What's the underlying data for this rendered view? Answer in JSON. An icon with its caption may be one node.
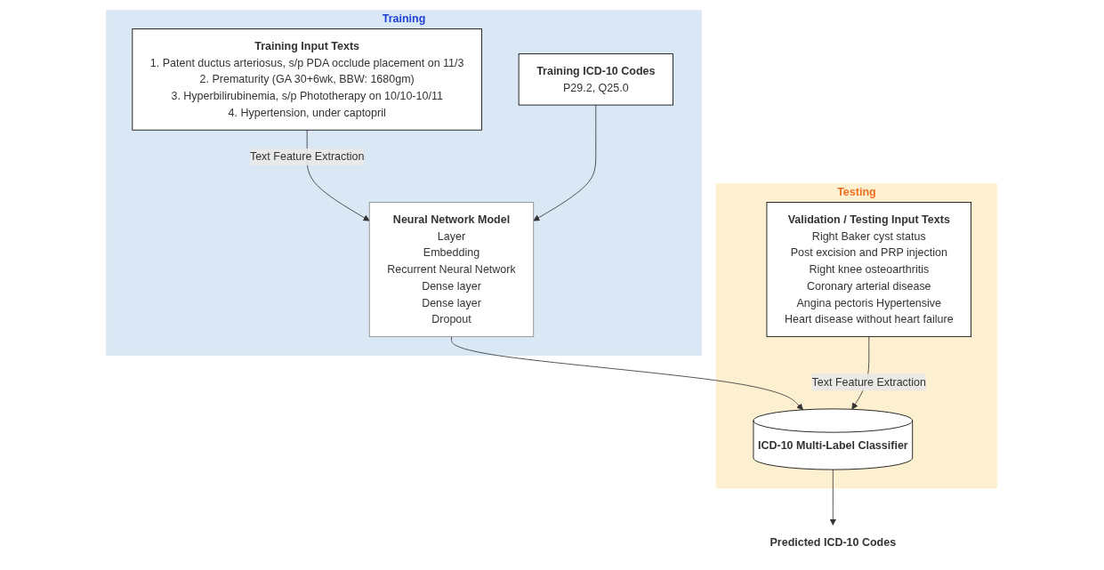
{
  "diagram": {
    "nodes": [
      {
        "text": [
          "Training"
        ]
      },
      {
        "text": [
          "Training Input Texts",
          "1. Patent ductus arteriosus, s/p PDA occlude placement on 11/3",
          "2. Prematurity (GA 30+6wk, BBW: 1680gm)",
          "3. Hyperbilirubinemia, s/p Phototherapy on 10/10-10/11",
          "4. Hypertension, under captopril"
        ],
        "in": 0
      },
      {
        "text": [
          "Training ICD-10 Codes",
          "P29.2, Q25.0"
        ],
        "in": 0
      },
      {
        "text": [
          "Neural Network Model",
          "Layer",
          "Embedding",
          "Recurrent Neural Network",
          "Dense layer",
          "Dense layer",
          "Dropout"
        ],
        "in": 0
      },
      {
        "text": [
          "Testing"
        ]
      },
      {
        "text": [
          "Validation / Testing Input Texts",
          "Right Baker cyst status",
          "Post excision and PRP injection",
          "Right knee osteoarthritis",
          "Coronary arterial disease",
          "Angina pectoris Hypertensive",
          "Heart disease without heart failure"
        ],
        "in": 4
      },
      {
        "text": [
          "ICD-10 Multi-Label Classifier"
        ],
        "in": 4
      },
      {
        "text": [
          "Predicted ICD-10 Codes"
        ]
      }
    ],
    "edges": [
      {
        "from": 1,
        "to": 3,
        "arrow": "to",
        "label": "Text Feature Extraction"
      },
      {
        "from": 2,
        "to": 3,
        "arrow": "to"
      },
      {
        "from": 3,
        "to": 6,
        "arrow": "to"
      },
      {
        "from": 5,
        "to": 6,
        "arrow": "to",
        "label": "Text Feature Extraction"
      },
      {
        "from": 6,
        "to": 7,
        "arrow": "to"
      }
    ]
  }
}
